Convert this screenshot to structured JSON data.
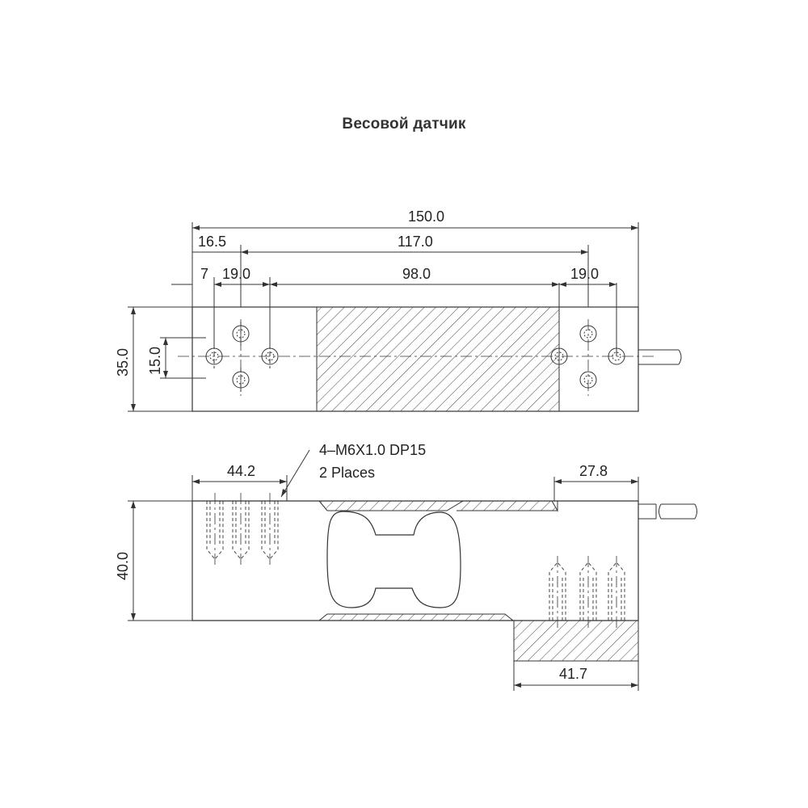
{
  "title": "Весовой датчик",
  "top_view": {
    "dims": {
      "overall_length": "150.0",
      "edge_to_mount_center": "16.5",
      "mount_center_spacing": "117.0",
      "edge_to_first_hole": "7",
      "left_hole_pattern": "19.0",
      "gauge_length": "98.0",
      "right_hole_pattern": "19.0",
      "width": "35.0",
      "hole_spacing_vertical": "15.0"
    }
  },
  "side_view": {
    "dims": {
      "left_thread_depth_zone": "44.2",
      "right_thread_zone": "27.8",
      "height": "40.0",
      "mount_block_length": "41.7"
    },
    "thread_note_line1": "4–M6X1.0 DP15",
    "thread_note_line2": "2 Places"
  },
  "colors": {
    "line": "#333333",
    "text": "#222222",
    "hatch": "#444444"
  }
}
